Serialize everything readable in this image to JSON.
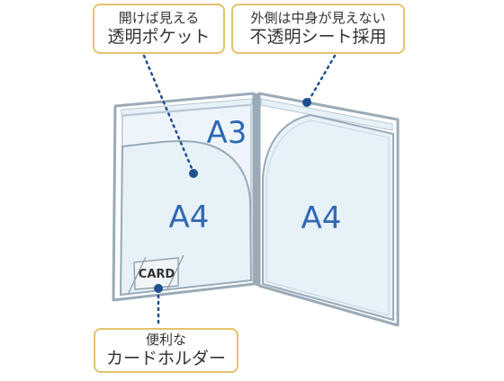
{
  "callouts": {
    "transparent_pocket": {
      "line1": "開けば見える",
      "line2": "透明ポケット"
    },
    "opaque_sheet": {
      "line1": "外側は中身が見えない",
      "line2": "不透明シート採用"
    },
    "card_holder": {
      "line1": "便利な",
      "line2": "カードホルダー"
    }
  },
  "folder": {
    "label_a3": "A3",
    "label_a4_left": "A4",
    "label_a4_right": "A4",
    "card_label": "CARD"
  },
  "colors": {
    "outline": "#9aaab8",
    "pocket_fill": "#e6f1f8",
    "pocket_fill_light": "#eef5fa",
    "label_text": "#2f68b4",
    "dot_line": "#1f4f8f",
    "callout_border": "#e2c36b"
  }
}
